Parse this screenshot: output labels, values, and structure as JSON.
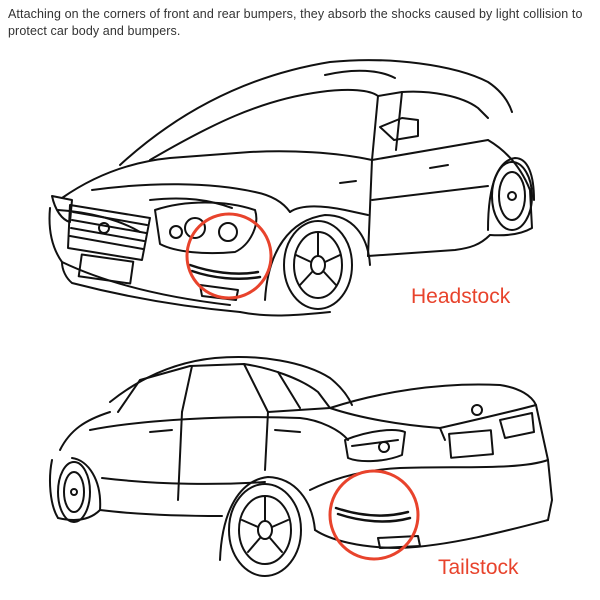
{
  "description": "Attaching on the corners of front and rear bumpers, they absorb the shocks caused by light collision to protect car body and bumpers.",
  "callouts": {
    "front": "Headstock",
    "rear": "Tailstock"
  },
  "colors": {
    "highlight": "#e8432c",
    "line_art": "#111111",
    "text": "#333333"
  }
}
